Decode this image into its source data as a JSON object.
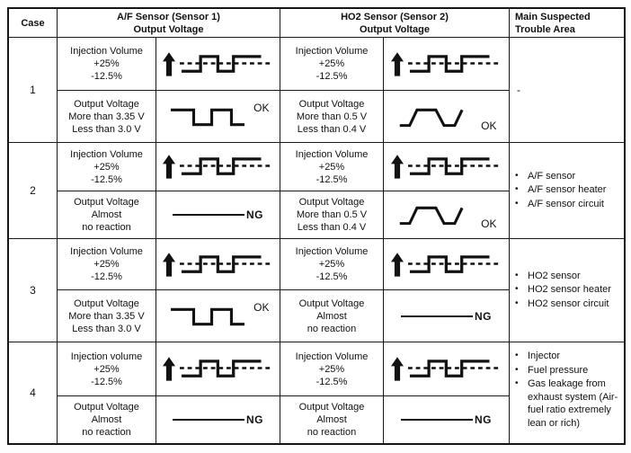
{
  "header": {
    "case": "Case",
    "af_line1": "A/F Sensor (Sensor 1)",
    "af_line2": "Output Voltage",
    "ho2_line1": "HO2 Sensor (Sensor 2)",
    "ho2_line2": "Output Voltage",
    "trouble_line1": "Main Suspected",
    "trouble_line2": "Trouble Area"
  },
  "chars": {
    "bullet": "•"
  },
  "cases": [
    {
      "number": "1",
      "af_injection": [
        "Injection Volume",
        "+25%",
        "-12.5%"
      ],
      "af_output": [
        "Output Voltage",
        "More than 3.35 V",
        "Less than 3.0 V"
      ],
      "af_result": "OK",
      "ho2_injection": [
        "Injection Volume",
        "+25%",
        "-12.5%"
      ],
      "ho2_output": [
        "Output Voltage",
        "More than 0.5 V",
        "Less than 0.4 V"
      ],
      "ho2_result": "OK",
      "trouble_dash": "-"
    },
    {
      "number": "2",
      "af_injection": [
        "Injection Volume",
        "+25%",
        "-12.5%"
      ],
      "af_output": [
        "Output Voltage",
        "Almost",
        "no reaction"
      ],
      "af_result": "NG",
      "ho2_injection": [
        "Injection Volume",
        "+25%",
        "-12.5%"
      ],
      "ho2_output": [
        "Output Voltage",
        "More than 0.5 V",
        "Less than 0.4 V"
      ],
      "ho2_result": "OK",
      "trouble_items": [
        "A/F sensor",
        "A/F sensor heater",
        "A/F sensor circuit"
      ]
    },
    {
      "number": "3",
      "af_injection": [
        "Injection Volume",
        "+25%",
        "-12.5%"
      ],
      "af_output": [
        "Output Voltage",
        "More than 3.35 V",
        "Less than 3.0 V"
      ],
      "af_result": "OK",
      "ho2_injection": [
        "Injection Volume",
        "+25%",
        "-12.5%"
      ],
      "ho2_output": [
        "Output Voltage",
        "Almost",
        "no reaction"
      ],
      "ho2_result": "NG",
      "trouble_items": [
        "HO2 sensor",
        "HO2 sensor heater",
        "HO2 sensor circuit"
      ]
    },
    {
      "number": "4",
      "af_injection": [
        "Injection volume",
        "+25%",
        "-12.5%"
      ],
      "af_output": [
        "Output Voltage",
        "Almost",
        "no reaction"
      ],
      "af_result": "NG",
      "ho2_injection": [
        "Injection Volume",
        "+25%",
        "-12.5%"
      ],
      "ho2_output": [
        "Output Voltage",
        "Almost",
        "no reaction"
      ],
      "ho2_result": "NG",
      "trouble_items": [
        "Injector",
        "Fuel pressure",
        "Gas leakage from exhaust system (Air-fuel ratio extremely lean or rich)"
      ]
    }
  ]
}
